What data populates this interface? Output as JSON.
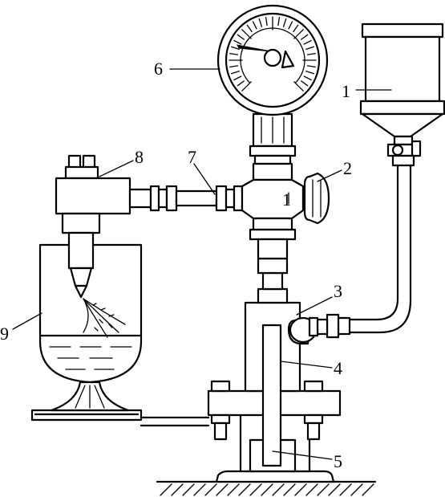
{
  "labels": [
    {
      "id": "1",
      "text": "1"
    },
    {
      "id": "1b",
      "text": "1"
    },
    {
      "id": "2",
      "text": "2"
    },
    {
      "id": "3",
      "text": "3"
    },
    {
      "id": "4",
      "text": "4"
    },
    {
      "id": "5",
      "text": "5"
    },
    {
      "id": "6",
      "text": "6"
    },
    {
      "id": "7",
      "text": "7"
    },
    {
      "id": "8",
      "text": "8"
    },
    {
      "id": "9",
      "text": "9"
    }
  ]
}
